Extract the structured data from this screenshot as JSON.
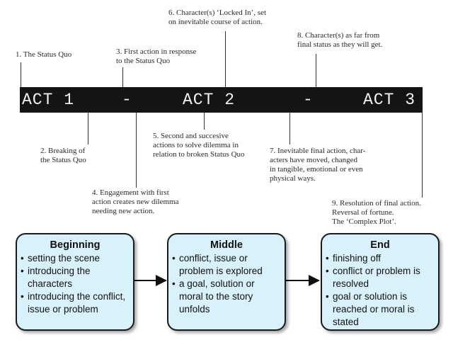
{
  "timeline": {
    "acts": [
      "ACT 1",
      "-",
      "ACT 2",
      "-",
      "ACT 3"
    ],
    "annotations": [
      {
        "id": "a1",
        "text": "1. The Status Quo"
      },
      {
        "id": "a2",
        "text": "2. Breaking of\nthe Status Quo"
      },
      {
        "id": "a3",
        "text": "3. First action in response\nto the Status Quo"
      },
      {
        "id": "a4",
        "text": "4. Engagement with first\naction creates new dilemma\nneeding new action."
      },
      {
        "id": "a5",
        "text": "5. Second and succesive\nactions to solve dilemma in\nrelation to broken Status Quo"
      },
      {
        "id": "a6",
        "text": "6. Character(s) ‘Locked In’, set\non inevitable course of action."
      },
      {
        "id": "a7",
        "text": "7. Inevitable final action, char-\nacters have moved, changed\nin tangible, emotional or even\nphysical ways."
      },
      {
        "id": "a8",
        "text": "8. Character(s) as far from\nfinal status as they will get."
      },
      {
        "id": "a9",
        "text": "9. Resolution of final action.\nReversal of fortune.\nThe ‘Complex Plot’."
      }
    ]
  },
  "boxes": [
    {
      "title": "Beginning",
      "items": [
        "setting the scene",
        "introducing the characters",
        "introducing the conflict, issue or problem"
      ]
    },
    {
      "title": "Middle",
      "items": [
        "conflict, issue or problem is explored",
        "a goal, solution or moral to the story unfolds"
      ]
    },
    {
      "title": "End",
      "items": [
        "finishing off",
        "conflict or problem is resolved",
        "goal or solution is reached or moral is stated"
      ]
    }
  ]
}
